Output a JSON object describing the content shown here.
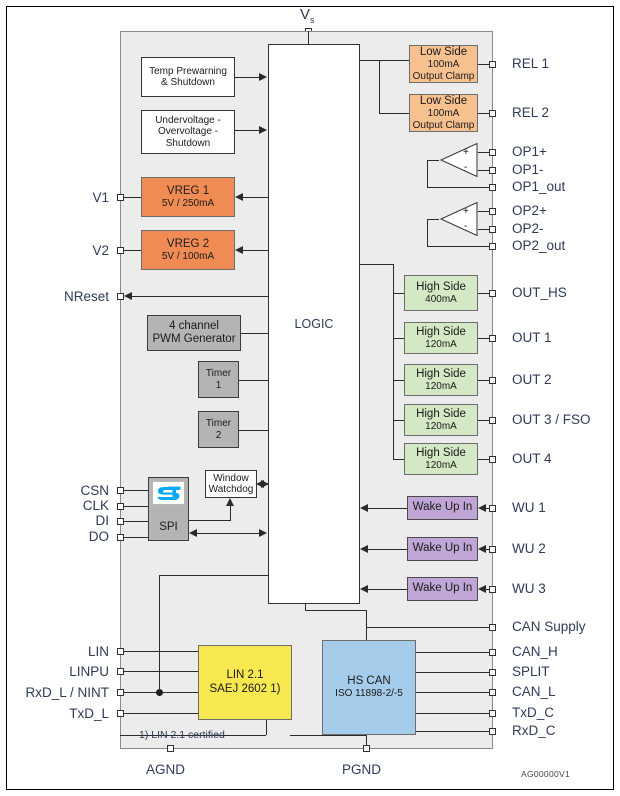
{
  "diagram": {
    "title": "Vs",
    "logic_label": "LOGIC",
    "figure_code": "AG00000V1",
    "footnote": "1) LIN 2.1 certified"
  },
  "internal_blocks": {
    "temp": {
      "line1": "Temp Prewarning",
      "line2": "& Shutdown"
    },
    "uvov": {
      "line1": "Undervoltage -",
      "line2": "Overvoltage -",
      "line3": "Shutdown"
    },
    "vreg1": {
      "line1": "VREG 1",
      "line2": "5V / 250mA"
    },
    "vreg2": {
      "line1": "VREG 2",
      "line2": "5V / 100mA"
    },
    "pwm": {
      "line1": "4 channel",
      "line2": "PWM Generator"
    },
    "timer1": {
      "line1": "Timer",
      "line2": "1"
    },
    "timer2": {
      "line1": "Timer",
      "line2": "2"
    },
    "spi": {
      "label": "SPI",
      "logo": "st-logo"
    },
    "watchdog": {
      "line1": "Window",
      "line2": "Watchdog"
    },
    "lin": {
      "line1": "LIN 2.1",
      "line2": "SAEJ 2602 1)"
    },
    "can": {
      "line1": "HS CAN",
      "line2": "ISO 11898-2/-5"
    },
    "lowside": [
      {
        "line1": "Low Side",
        "line2": "100mA",
        "line3": "Output Clamp"
      },
      {
        "line1": "Low Side",
        "line2": "100mA",
        "line3": "Output Clamp"
      }
    ],
    "highside": [
      {
        "line1": "High Side",
        "line2": "400mA"
      },
      {
        "line1": "High Side",
        "line2": "120mA"
      },
      {
        "line1": "High Side",
        "line2": "120mA"
      },
      {
        "line1": "High Side",
        "line2": "120mA"
      },
      {
        "line1": "High Side",
        "line2": "120mA"
      }
    ],
    "wakeup": [
      {
        "label": "Wake Up In"
      },
      {
        "label": "Wake Up In"
      },
      {
        "label": "Wake Up In"
      }
    ],
    "opamps": [
      {
        "plus": "+",
        "minus": "-"
      },
      {
        "plus": "+",
        "minus": "-"
      }
    ]
  },
  "pins_left": [
    {
      "label": "V1"
    },
    {
      "label": "V2"
    },
    {
      "label": "NReset"
    },
    {
      "label": "CSN"
    },
    {
      "label": "CLK"
    },
    {
      "label": "DI"
    },
    {
      "label": "DO"
    },
    {
      "label": "LIN"
    },
    {
      "label": "LINPU"
    },
    {
      "label": "RxD_L / NINT"
    },
    {
      "label": "TxD_L"
    }
  ],
  "pins_right": [
    {
      "label": "REL 1"
    },
    {
      "label": "REL 2"
    },
    {
      "label": "OP1+"
    },
    {
      "label": "OP1-"
    },
    {
      "label": "OP1_out"
    },
    {
      "label": "OP2+"
    },
    {
      "label": "OP2-"
    },
    {
      "label": "OP2_out"
    },
    {
      "label": "OUT_HS"
    },
    {
      "label": "OUT 1"
    },
    {
      "label": "OUT 2"
    },
    {
      "label": "OUT 3 / FSO"
    },
    {
      "label": "OUT 4"
    },
    {
      "label": "WU 1"
    },
    {
      "label": "WU 2"
    },
    {
      "label": "WU 3"
    },
    {
      "label": "CAN Supply"
    },
    {
      "label": "CAN_H"
    },
    {
      "label": "SPLIT"
    },
    {
      "label": "CAN_L"
    },
    {
      "label": "TxD_C"
    },
    {
      "label": "RxD_C"
    }
  ],
  "pins_bottom": [
    {
      "label": "AGND"
    },
    {
      "label": "PGND"
    }
  ],
  "colors": {
    "chip_fill": "#ececec",
    "lowside": "#f7c08f",
    "vreg": "#f08b54",
    "highside": "#d3e8c4",
    "wakeup": "#c0a6d6",
    "gray_block": "#b4b4b4",
    "lin": "#f6e84e",
    "can": "#a5cdeb",
    "label_text": "#2f3b57"
  }
}
